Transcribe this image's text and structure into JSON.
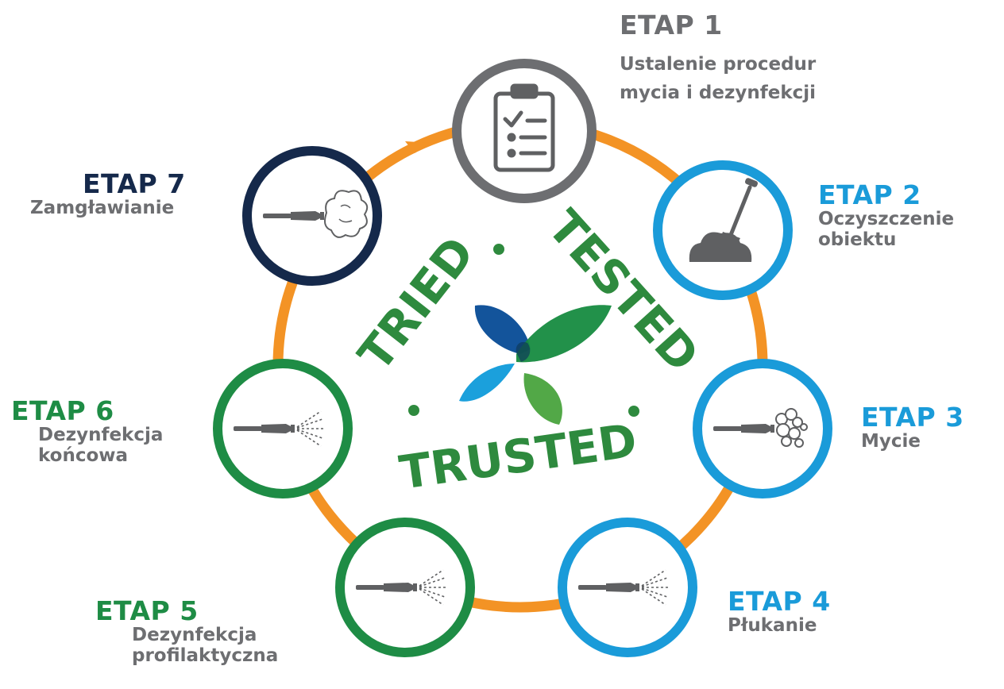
{
  "stages": [
    {
      "title": "ETAP 1",
      "line1": "Ustalenie procedur",
      "line2": "mycia i dezynfekcji",
      "color": "#6d6e71",
      "icon": "clipboard-checklist-icon"
    },
    {
      "title": "ETAP 2",
      "line1": "Oczyszczenie",
      "line2": "obiektu",
      "color": "#1a9bd9",
      "icon": "shovel-icon"
    },
    {
      "title": "ETAP 3",
      "line1": "Mycie",
      "color": "#1a9bd9",
      "icon": "foam-lance-icon"
    },
    {
      "title": "ETAP 4",
      "line1": "Płukanie",
      "color": "#1a9bd9",
      "icon": "spray-lance-icon"
    },
    {
      "title": "ETAP 5",
      "line1": "Dezynfekcja",
      "line2": "profilaktyczna",
      "color": "#1e8c45",
      "icon": "spray-lance-icon"
    },
    {
      "title": "ETAP 6",
      "line1": "Dezynfekcja",
      "line2": "końcowa",
      "color": "#1e8c45",
      "icon": "spray-lance-icon"
    },
    {
      "title": "ETAP 7",
      "line1": "Zamgławianie",
      "color": "#15294b",
      "icon": "fogger-icon"
    }
  ],
  "badge": {
    "word_top_left": "TRIED",
    "word_top_right": "TESTED",
    "word_bottom": "TRUSTED",
    "color": "#2e8a3e"
  },
  "colors": {
    "ring": "#f39325",
    "icon_gray": "#5f6062",
    "logo_dark_blue": "#13549b",
    "logo_light_blue": "#1ba0dc",
    "logo_dark_green": "#168b40",
    "logo_light_green": "#52a847"
  }
}
